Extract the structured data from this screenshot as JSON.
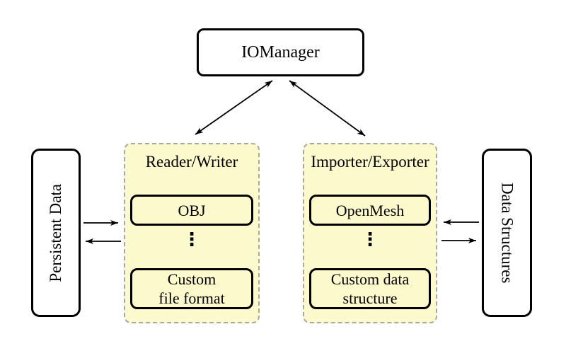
{
  "colors": {
    "background": "#ffffff",
    "group_fill": "#fcf9cd",
    "group_border": "#a8a8a8",
    "node_fill": "#ffffff",
    "stroke": "#000000"
  },
  "nodes": {
    "iomanager": {
      "label": "IOManager"
    },
    "persistent_data": {
      "label": "Persistent Data"
    },
    "data_structures": {
      "label": "Data Structures"
    }
  },
  "groups": {
    "reader_writer": {
      "label": "Reader/Writer",
      "ellipsis": "⋮",
      "items": [
        {
          "label": "OBJ",
          "lines": [
            "OBJ"
          ]
        },
        {
          "label": "Custom file format",
          "lines": [
            "Custom",
            "file format"
          ]
        }
      ]
    },
    "importer_exporter": {
      "label": "Importer/Exporter",
      "ellipsis": "⋮",
      "items": [
        {
          "label": "OpenMesh",
          "lines": [
            "OpenMesh"
          ]
        },
        {
          "label": "Custom data structure",
          "lines": [
            "Custom data",
            "structure"
          ]
        }
      ]
    }
  },
  "edges": [
    {
      "from": "iomanager",
      "to": "reader_writer",
      "direction": "bidirectional"
    },
    {
      "from": "iomanager",
      "to": "importer_exporter",
      "direction": "bidirectional"
    },
    {
      "from": "persistent_data",
      "to": "reader_writer",
      "direction": "forward"
    },
    {
      "from": "reader_writer",
      "to": "persistent_data",
      "direction": "forward"
    },
    {
      "from": "data_structures",
      "to": "importer_exporter",
      "direction": "forward"
    },
    {
      "from": "importer_exporter",
      "to": "data_structures",
      "direction": "forward"
    }
  ]
}
